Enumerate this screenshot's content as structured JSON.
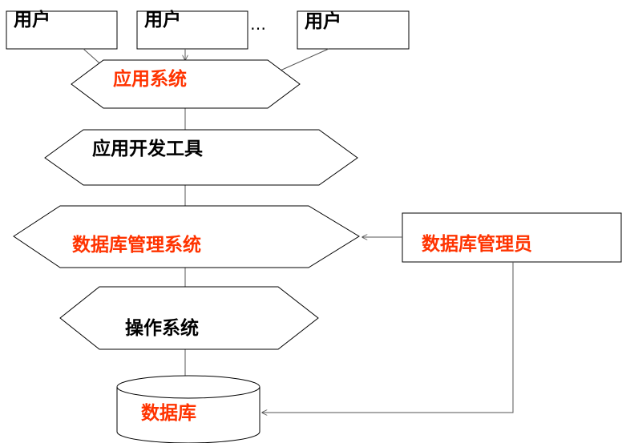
{
  "colors": {
    "highlight": "#FF3300",
    "text": "#000000",
    "stroke": "#000000",
    "connector": "#555555"
  },
  "users": [
    {
      "label": "用户"
    },
    {
      "label": "用户"
    },
    {
      "label": "用户"
    }
  ],
  "users_ellipsis": "…",
  "layers": {
    "application_system": "应用系统",
    "dev_tools": "应用开发工具",
    "dbms": "数据库管理系统",
    "os": "操作系统",
    "database": "数据库"
  },
  "dba": "数据库管理员"
}
